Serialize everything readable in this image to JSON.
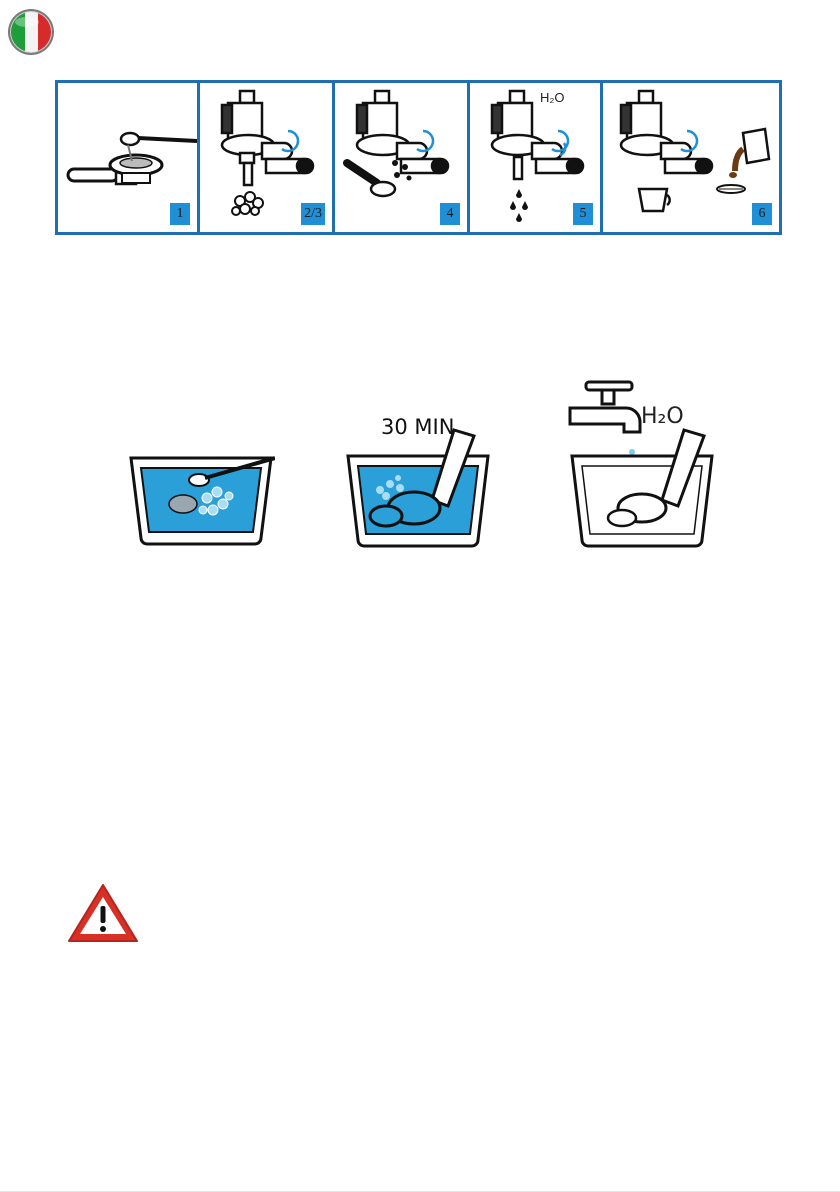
{
  "flag": {
    "icon": "italian-flag-icon",
    "colors": [
      "#1e9e3b",
      "#ffffff",
      "#d62b2b"
    ]
  },
  "steps": [
    {
      "label": "1",
      "icon": "portafilter-spoon-icon"
    },
    {
      "label": "2/3",
      "icon": "group-head-foam-icon"
    },
    {
      "label": "4",
      "icon": "group-head-drip-icon"
    },
    {
      "label": "5",
      "icon": "group-head-rinse-icon",
      "note": "H₂O"
    },
    {
      "label": "6",
      "icon": "group-head-coffee-icon"
    }
  ],
  "soak": {
    "time_label": "30 MIN",
    "rinse_label": "H₂O"
  },
  "colors": {
    "accent": "#1f6fb2",
    "water": "#2a9fd8",
    "warning": "#d93025"
  },
  "warning": {
    "icon": "warning-triangle-icon"
  }
}
